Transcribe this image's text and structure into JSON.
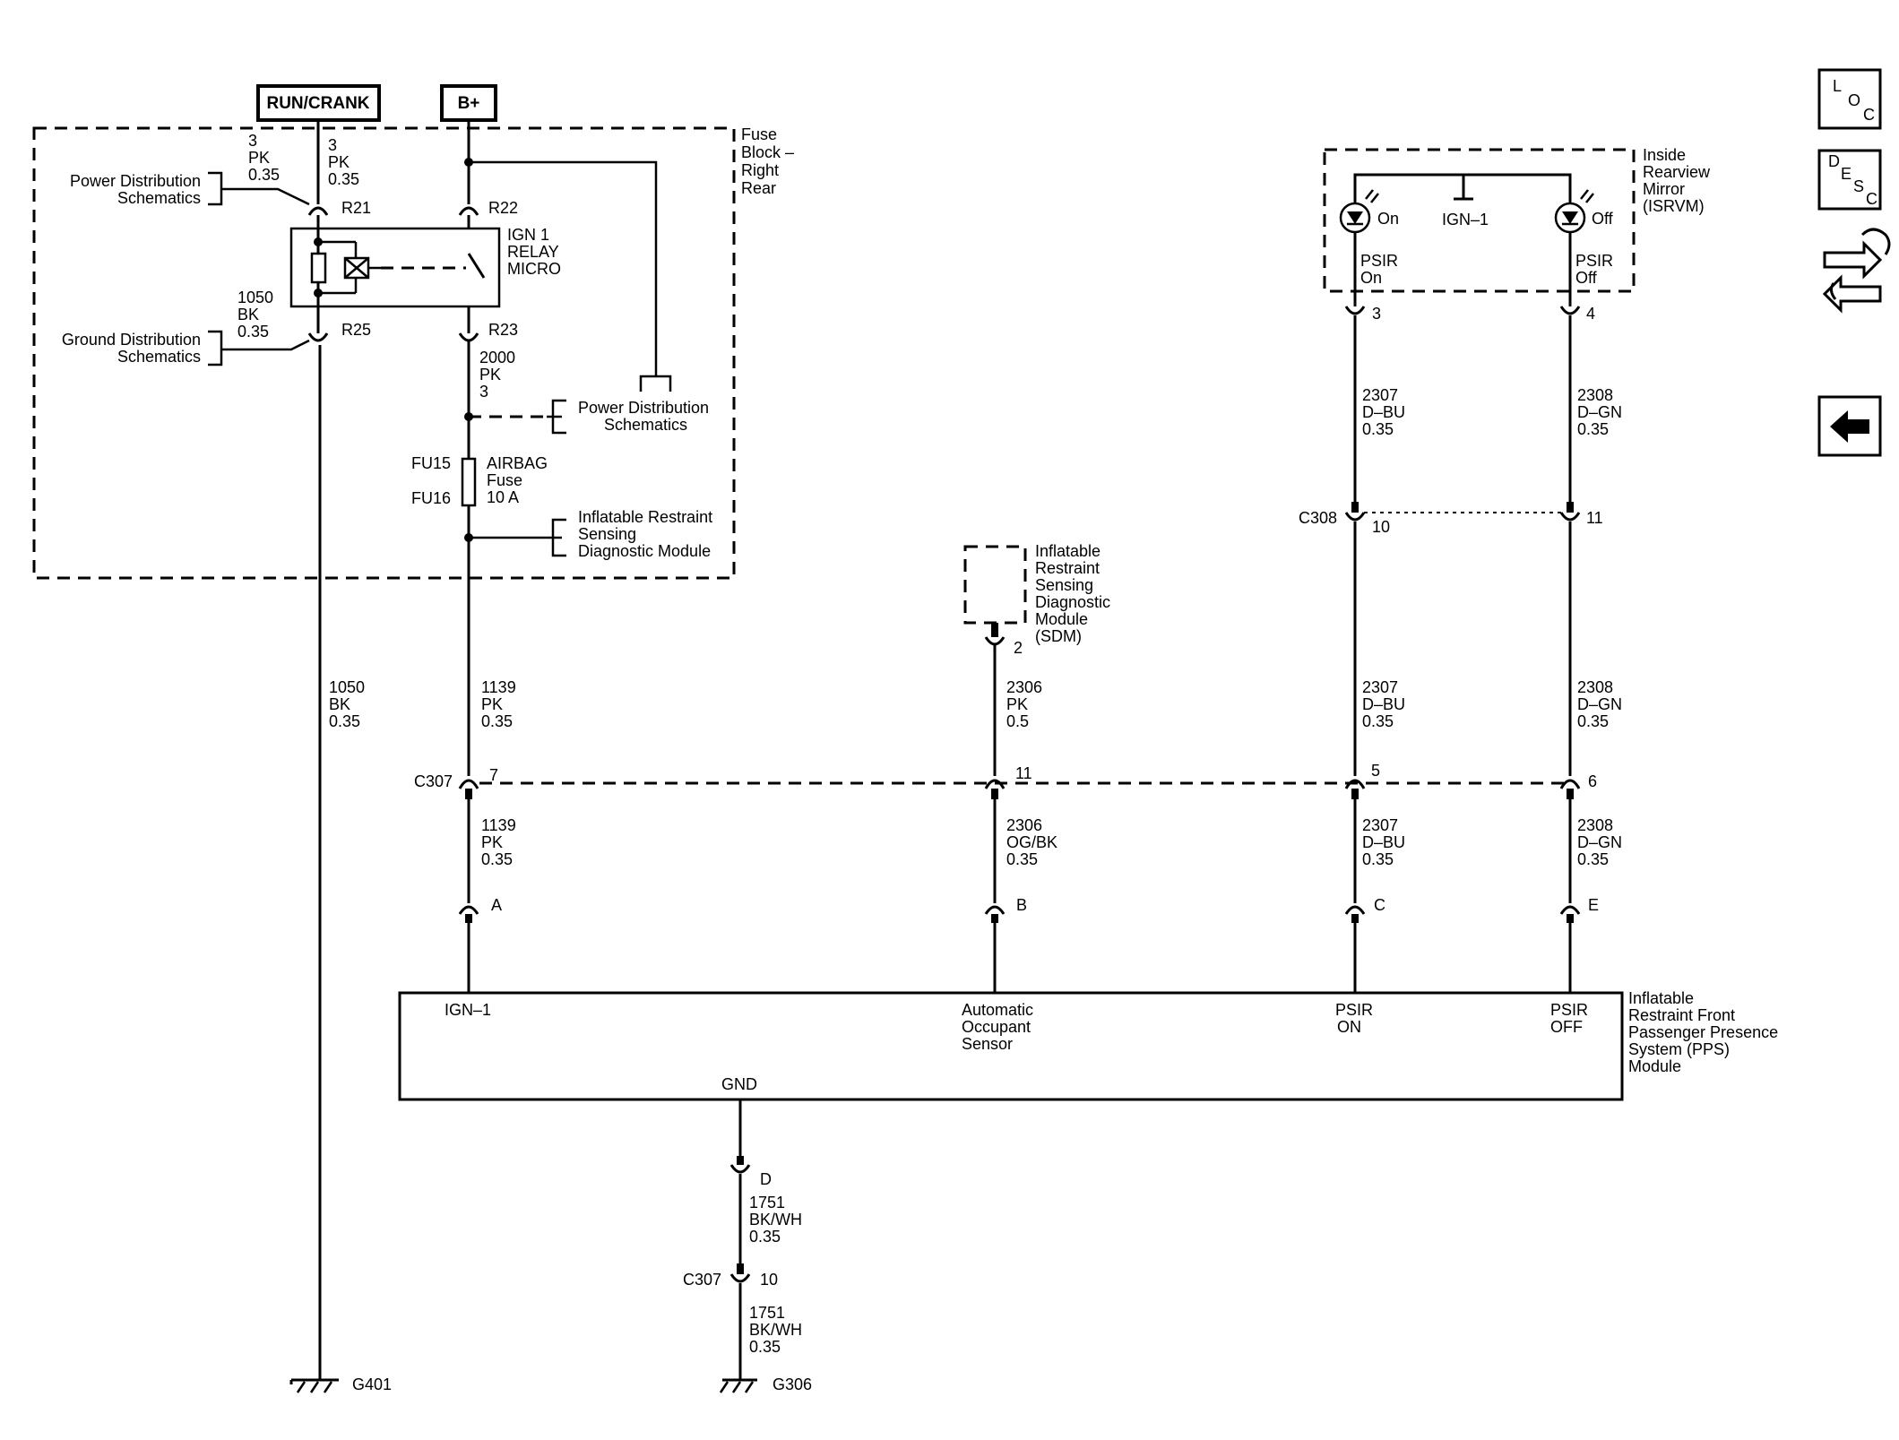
{
  "sources": {
    "run_crank": "RUN/CRANK",
    "b_plus": "B+"
  },
  "fuse_block": {
    "title": [
      "Fuse",
      "Block –",
      "Right",
      "Rear"
    ]
  },
  "refs": {
    "power_dist_1": [
      "Power Distribution",
      "Schematics"
    ],
    "ground_dist": [
      "Ground Distribution",
      "Schematics"
    ],
    "power_dist_2": [
      "Power Distribution",
      "Schematics"
    ],
    "sdm_ref": [
      "Inflatable Restraint",
      "Sensing",
      "Diagnostic Module"
    ]
  },
  "relay": {
    "label": [
      "IGN 1",
      "RELAY",
      "MICRO"
    ]
  },
  "terminals": {
    "r21": "R21",
    "r22": "R22",
    "r23": "R23",
    "r25": "R25",
    "fu15": "FU15",
    "fu16": "FU16"
  },
  "fuse": {
    "label": [
      "AIRBAG",
      "Fuse",
      "10 A"
    ]
  },
  "wires": {
    "w3_pk_a": [
      "3",
      "PK",
      "0.35"
    ],
    "w3_pk_b": [
      "3",
      "PK",
      "0.35"
    ],
    "w1050_top": [
      "1050",
      "BK",
      "0.35"
    ],
    "w2000": [
      "2000",
      "PK",
      "3"
    ],
    "w1050_mid": [
      "1050",
      "BK",
      "0.35"
    ],
    "w1139_a": [
      "1139",
      "PK",
      "0.35"
    ],
    "w1139_b": [
      "1139",
      "PK",
      "0.35"
    ],
    "w2306_a": [
      "2306",
      "PK",
      "0.5"
    ],
    "w2306_b": [
      "2306",
      "OG/BK",
      "0.35"
    ],
    "w2307_a": [
      "2307",
      "D–BU",
      "0.35"
    ],
    "w2307_b": [
      "2307",
      "D–BU",
      "0.35"
    ],
    "w2307_c": [
      "2307",
      "D–BU",
      "0.35"
    ],
    "w2308_a": [
      "2308",
      "D–GN",
      "0.35"
    ],
    "w2308_b": [
      "2308",
      "D–GN",
      "0.35"
    ],
    "w2308_c": [
      "2308",
      "D–GN",
      "0.35"
    ],
    "w1751_a": [
      "1751",
      "BK/WH",
      "0.35"
    ],
    "w1751_b": [
      "1751",
      "BK/WH",
      "0.35"
    ]
  },
  "sdm": {
    "label": [
      "Inflatable",
      "Restraint",
      "Sensing",
      "Diagnostic",
      "Module",
      "(SDM)"
    ],
    "pin": "2"
  },
  "mirror": {
    "label": [
      "Inside",
      "Rearview",
      "Mirror",
      "(ISRVM)"
    ],
    "on": "On",
    "off": "Off",
    "ign": "IGN–1",
    "psir_on": [
      "PSIR",
      "On"
    ],
    "psir_off": [
      "PSIR",
      "Off"
    ],
    "pin_on": "3",
    "pin_off": "4"
  },
  "connectors": {
    "c308": "C308",
    "c308_p1": "10",
    "c308_p2": "11",
    "c307": "C307",
    "c307_p7": "7",
    "c307_p11": "11",
    "c307_p5": "5",
    "c307_p6": "6",
    "c307_bottom": "C307",
    "c307_bottom_pin": "10"
  },
  "pps_pins": {
    "a": "A",
    "b": "B",
    "c": "C",
    "e": "E",
    "d": "D"
  },
  "pps": {
    "label": [
      "Inflatable",
      "Restraint Front",
      "Passenger Presence",
      "System (PPS)",
      "Module"
    ],
    "ign": "IGN–1",
    "aos": [
      "Automatic",
      "Occupant",
      "Sensor"
    ],
    "psir_on": [
      "PSIR",
      "ON"
    ],
    "psir_off": [
      "PSIR",
      "OFF"
    ],
    "gnd": "GND"
  },
  "grounds": {
    "g401": "G401",
    "g306": "G306"
  },
  "nav": {
    "loc": [
      "L",
      "O",
      "C"
    ],
    "desc": [
      "D",
      "E",
      "S",
      "C"
    ]
  }
}
